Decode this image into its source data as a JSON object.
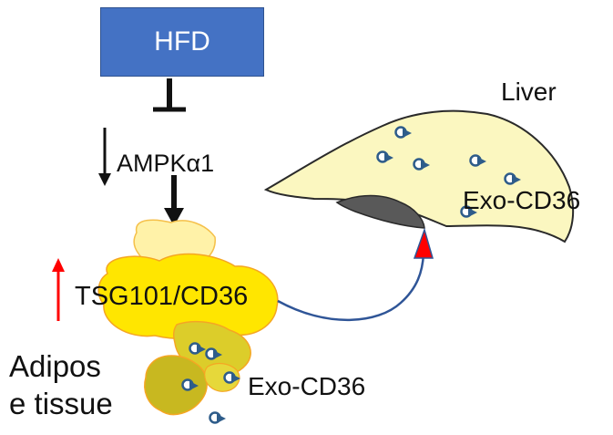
{
  "hfd_box": {
    "label": "HFD",
    "fill": "#4472c4"
  },
  "labels": {
    "ampk": "AMPKα1",
    "tsg": "TSG101/CD36",
    "adipose": [
      "Adipos",
      "e tissue"
    ],
    "liver": "Liver",
    "exo_liver": "Exo-CD36",
    "exo_adipose": "Exo-CD36"
  },
  "indicators": {
    "ampk_change": {
      "direction": "down",
      "color": "#111111"
    },
    "tsg_change": {
      "direction": "up",
      "color": "#ff0000"
    }
  },
  "colors": {
    "adipose_fill": "#ffe600",
    "adipose_light": "#fff2a8",
    "adipose_edge": "#f5a623",
    "liver_fill": "#fbf7c0",
    "liver_dark": "#595959",
    "vesicle": "#2e5c8a",
    "transport_arrow": "#2f5597",
    "arrowhead": "#ff0000"
  }
}
